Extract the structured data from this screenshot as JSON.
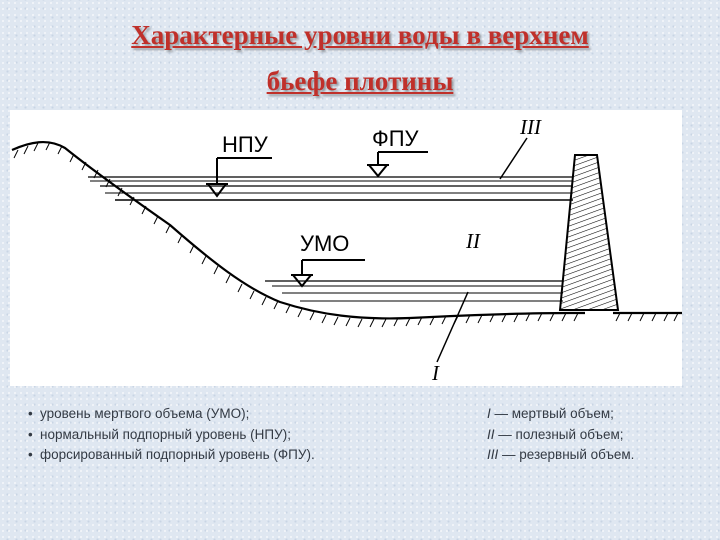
{
  "title": {
    "line1": "Характерные уровни воды в верхнем",
    "line2": "бьефе плотины"
  },
  "diagram": {
    "labels": {
      "npu": "НПУ",
      "fpu": "ФПУ",
      "umo": "УМО",
      "zone_1": "I",
      "zone_2": "II",
      "zone_3": "III"
    }
  },
  "legend_levels": [
    "уровень мертвого объема (УМО);",
    "нормальный подпорный уровень (НПУ);",
    "форсированный подпорный уровень (ФПУ)."
  ],
  "legend_volumes": [
    {
      "num": "I",
      "text": " — мертвый объем;"
    },
    {
      "num": "II",
      "text": " — полезный объем;"
    },
    {
      "num": "III",
      "text": " — резервный объем."
    }
  ]
}
